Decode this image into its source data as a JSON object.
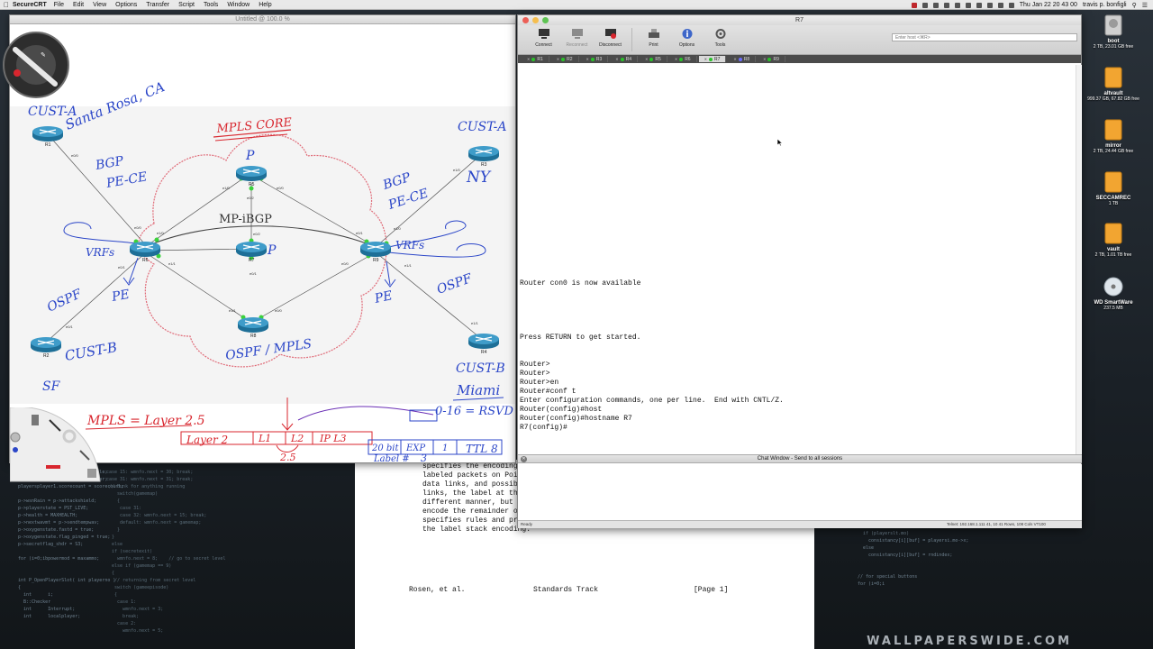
{
  "menubar": {
    "app_name": "SecureCRT",
    "items": [
      "File",
      "Edit",
      "View",
      "Options",
      "Transfer",
      "Script",
      "Tools",
      "Window",
      "Help"
    ],
    "clock": "Thu Jan 22  20 43 00",
    "user": "travis p. bonfigli"
  },
  "whiteboard": {
    "title": "Untitled @ 100.0 %",
    "colors": {
      "red": "#d8262e",
      "blue": "#2b46c8",
      "green": "#2f9a2f",
      "purple": "#6a2fb5"
    },
    "annotations": {
      "cust_a_left": "CUST-A",
      "santa_rosa": "Santa Rosa, CA",
      "mpls_core": "MPLS CORE",
      "cust_a_right": "CUST-A",
      "ny": "NY",
      "bgp_pe_ce_left_1": "BGP",
      "bgp_pe_ce_left_2": "PE-CE",
      "bgp_pe_ce_right_1": "BGP",
      "bgp_pe_ce_right_2": "PE-CE",
      "p_top": "P",
      "p_mid": "P",
      "mp_ibgp": "MP-iBGP",
      "vrfs_left": "VRFs",
      "vrfs_right": "VRFs",
      "pe_left": "PE",
      "pe_right": "PE",
      "ospf_left": "OSPF",
      "ospf_right": "OSPF",
      "ospf_mpls": "OSPF / MPLS",
      "cust_b_left": "CUST-B",
      "sf": "SF",
      "cust_b_right": "CUST-B",
      "miami": "Miami",
      "rsvd": "0-16 = RSVD",
      "mpls_layer": "MPLS = Layer 2.5",
      "layer2": "Layer 2",
      "l1": "L1",
      "l2": "L2",
      "ip_l3": "IP L3",
      "two_five": "2.5",
      "label_20": "20 bit",
      "label_exp": "EXP",
      "label_1": "1",
      "label_ttl": "TTL 8",
      "label_3": "3",
      "label_hash": "Label #"
    },
    "routers": [
      {
        "label": "R1"
      },
      {
        "label": "R2"
      },
      {
        "label": "R3"
      },
      {
        "label": "R4"
      },
      {
        "label": "R5"
      },
      {
        "label": "R6"
      },
      {
        "label": "R7"
      },
      {
        "label": "R8"
      },
      {
        "label": "R9"
      }
    ]
  },
  "terminal": {
    "title": "R7",
    "toolbar": [
      {
        "label": "Connect",
        "icon": "connect-icon",
        "enabled": true
      },
      {
        "label": "Reconnect",
        "icon": "reconnect-icon",
        "enabled": false
      },
      {
        "label": "Disconnect",
        "icon": "disconnect-icon",
        "enabled": true
      },
      {
        "label": "Print",
        "icon": "print-icon",
        "enabled": true
      },
      {
        "label": "Options",
        "icon": "options-icon",
        "enabled": true
      },
      {
        "label": "Tools",
        "icon": "tools-icon",
        "enabled": true
      }
    ],
    "host_placeholder": "Enter host <⌘R>",
    "tabs": [
      "R1",
      "R2",
      "R3",
      "R4",
      "R5",
      "R6",
      "R7",
      "R8",
      "R9"
    ],
    "active_tab": "R7",
    "lines": [
      "Router con0 is now available",
      "",
      "",
      "",
      "",
      "",
      "Press RETURN to get started.",
      "",
      "",
      "Router>",
      "Router>",
      "Router>en",
      "Router#conf t",
      "Enter configuration commands, one per line.  End with CNTL/Z.",
      "Router(config)#host",
      "Router(config)#hostname R7",
      "R7(config)#"
    ],
    "chat_window_label": "Chat Window - Send to all sessions",
    "status_left": "Ready",
    "status_right": "Telnet: 192.168.1.111   41, 10   41 Rows, 108 Cols   VT100"
  },
  "rfc": {
    "lines": [
      "specifies the encoding",
      "labeled packets on Poi",
      "data links, and possib",
      "links, the label at th",
      "different manner, but",
      "encode the remainder o",
      "specifies rules and pr",
      "the label stack encoding."
    ],
    "footer": {
      "left": "Rosen, et al.",
      "center": "Standards Track",
      "right": "[Page 1]"
    }
  },
  "desktop_icons": [
    {
      "name": "boot",
      "sub": "2 TB, 23.01 GB free",
      "type": "drive"
    },
    {
      "name": "altvault",
      "sub": "999.37 GB, 67.82 GB free",
      "type": "drive"
    },
    {
      "name": "mirror",
      "sub": "2 TB, 24.44 GB free",
      "type": "drive"
    },
    {
      "name": "SECCAMREC",
      "sub": "1 TB",
      "type": "drive"
    },
    {
      "name": "vault",
      "sub": "2 TB, 1.01 TB free",
      "type": "drive"
    },
    {
      "name": "WD SmartWare",
      "sub": "237.5 MB",
      "type": "disc"
    }
  ],
  "wallpaper_credit": "WALLPAPERSWIDE.COM"
}
